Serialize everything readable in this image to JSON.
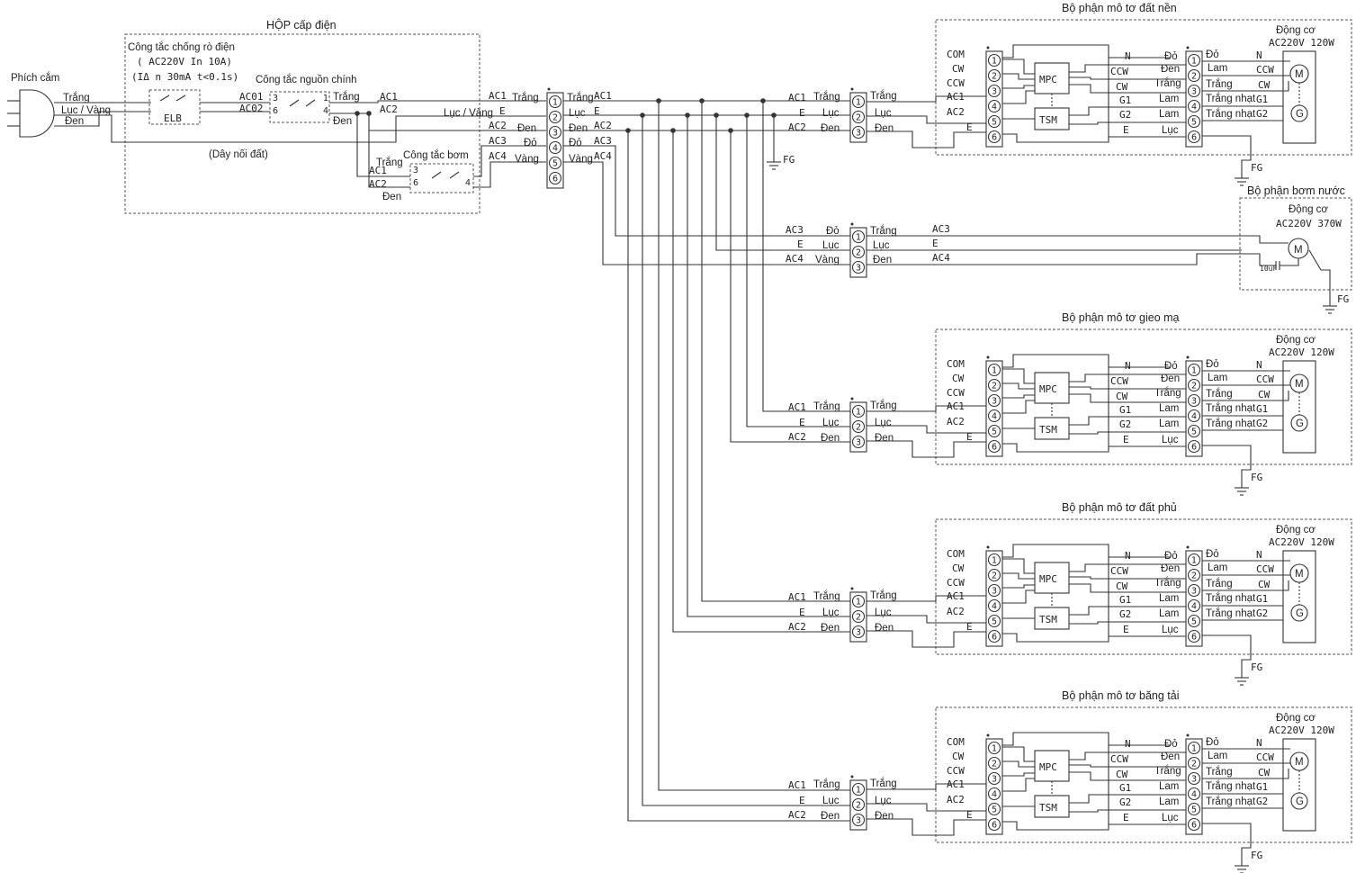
{
  "supply": {
    "title": "HỘP cấp điện",
    "plug": "Phích cắm",
    "plug_wires": [
      "Trắng",
      "Lục / Vàng",
      "Đen"
    ],
    "elb_title": "Công tắc chống rò điện",
    "elb_spec1": "( AC220V   In  10A)",
    "elb_spec2": "(IΔ n  30mA    t<0.1s)",
    "elb_label": "ELB",
    "main_switch": "Công tắc nguồn chính",
    "pump_switch": "Công tắc bơm",
    "ground_wire": "(Dây nối đất)",
    "ac01": "AC01",
    "ac02": "AC02",
    "ac1": "AC1",
    "ac2": "AC2",
    "ac3": "AC3",
    "ac4": "AC4",
    "e": "E",
    "white": "Trắng",
    "black": "Đen",
    "green": "Lục",
    "greenyellow": "Lục / Vàng",
    "red": "Đỏ",
    "yellow": "Vàng",
    "n3": "3",
    "n1": "1",
    "n6": "6",
    "n4": "4"
  },
  "terminal": {
    "white": "Trắng",
    "green": "Lục",
    "black": "Đen",
    "red": "Đỏ",
    "yellow": "Vàng",
    "ac1": "AC1",
    "e": "E",
    "ac2": "AC2",
    "ac3": "AC3",
    "ac4": "AC4"
  },
  "units": [
    {
      "title": "Bộ phận mô tơ đất nền",
      "motor": "Động cơ",
      "spec": "AC220V  120W"
    },
    {
      "title": "Bộ phận mô tơ gieo mạ",
      "motor": "Động cơ",
      "spec": "AC220V  120W"
    },
    {
      "title": "Bộ phận mô tơ đất phủ",
      "motor": "Động cơ",
      "spec": "AC220V  120W"
    },
    {
      "title": "Bộ phận mô tơ băng tải",
      "motor": "Động cơ",
      "spec": "AC220V  120W"
    }
  ],
  "unit_labels": {
    "com": "COM",
    "cw": "CW",
    "ccw": "CCW",
    "ac1": "AC1",
    "ac2": "AC2",
    "e": "E",
    "mpc": "MPC",
    "tsm": "TSM",
    "n": "N",
    "g1": "G1",
    "g2": "G2",
    "red": "Đỏ",
    "black": "Đen",
    "white": "Trắng",
    "blue": "Lam",
    "green": "Lục",
    "lightwhite": "Trắng nhạt",
    "motor_m": "M",
    "motor_g": "G",
    "fg": "FG"
  },
  "pump": {
    "title": "Bộ phận bơm nước",
    "motor": "Động cơ",
    "spec": "AC220V  370W",
    "capacitor": "10uF",
    "motor_m": "M",
    "fg": "FG",
    "ac3": "AC3",
    "e": "E",
    "ac4": "AC4",
    "red": "Đỏ",
    "green": "Lục",
    "yellow": "Vàng",
    "white": "Trắng",
    "black": "Đen"
  },
  "fg": "FG",
  "terminal_numbers": [
    "1",
    "2",
    "3",
    "4",
    "5",
    "6"
  ]
}
